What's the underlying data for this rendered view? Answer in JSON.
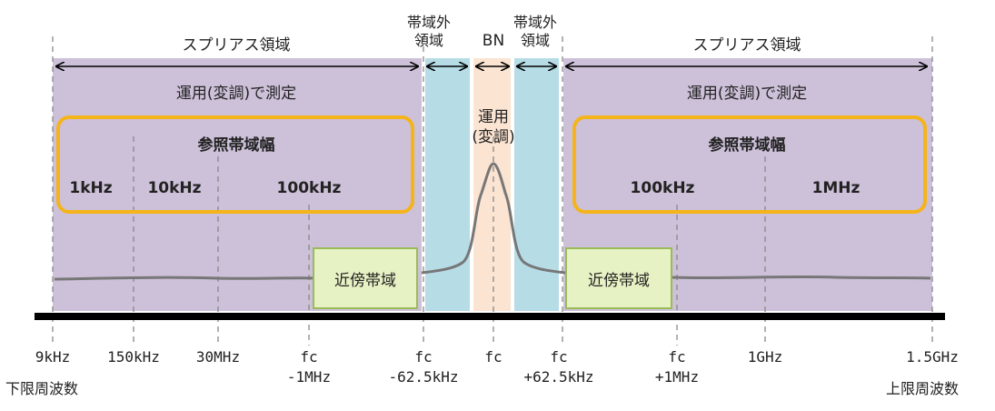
{
  "top_labels": {
    "spurious_left": "スプリアス領域",
    "spurious_right": "スプリアス領域",
    "oob_left": [
      "帯域外",
      "領域"
    ],
    "bn": "BN",
    "oob_right": [
      "帯域外",
      "領域"
    ]
  },
  "measure_labels": {
    "left": "運用(変調)で測定",
    "right": "運用(変調)で測定",
    "center": [
      "運用",
      "(変調)"
    ]
  },
  "ref_box_left": {
    "title": "参照帯域幅",
    "values": [
      "1kHz",
      "10kHz",
      "100kHz"
    ]
  },
  "ref_box_right": {
    "title": "参照帯域幅",
    "values": [
      "100kHz",
      "1MHz"
    ]
  },
  "near_band": {
    "left": "近傍帯域",
    "right": "近傍帯域"
  },
  "axis": {
    "ticks": [
      [
        "9kHz"
      ],
      [
        "150kHz"
      ],
      [
        "30MHz"
      ],
      [
        "fc",
        "-1MHz"
      ],
      [
        "fc",
        "-62.5kHz"
      ],
      [
        "fc"
      ],
      [
        "fc",
        "+62.5kHz"
      ],
      [
        "fc",
        "+1MHz"
      ],
      [
        "1GHz"
      ],
      [
        "1.5GHz"
      ]
    ],
    "lower_limit": "下限周波数",
    "upper_limit": "上限周波数"
  },
  "colors": {
    "spurious_region": "#cdc0d9",
    "out_of_band": "#b6dce6",
    "bn": "#fbe4d2",
    "ref_box_border": "#f4b41a",
    "near_band_fill": "#e6f2c4",
    "near_band_border": "#9bbb59"
  }
}
